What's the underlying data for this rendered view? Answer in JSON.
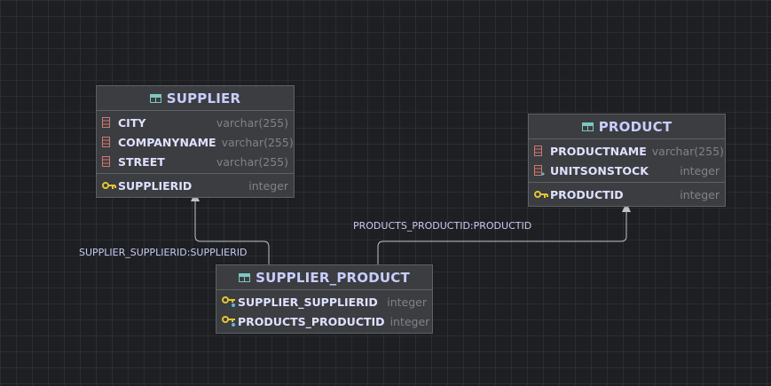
{
  "entities": {
    "supplier": {
      "title": "SUPPLIER",
      "columns": [
        {
          "name": "CITY",
          "type": "varchar(255)",
          "icon": "column-icon"
        },
        {
          "name": "COMPANYNAME",
          "type": "varchar(255)",
          "icon": "column-icon"
        },
        {
          "name": "STREET",
          "type": "varchar(255)",
          "icon": "column-icon"
        }
      ],
      "keys": [
        {
          "name": "SUPPLIERID",
          "type": "integer",
          "icon": "primary-key-icon"
        }
      ]
    },
    "product": {
      "title": "PRODUCT",
      "columns": [
        {
          "name": "PRODUCTNAME",
          "type": "varchar(255)",
          "icon": "column-icon"
        },
        {
          "name": "UNITSONSTOCK",
          "type": "integer",
          "icon": "column-icon"
        }
      ],
      "keys": [
        {
          "name": "PRODUCTID",
          "type": "integer",
          "icon": "primary-key-icon"
        }
      ]
    },
    "supplier_product": {
      "title": "SUPPLIER_PRODUCT",
      "keys": [
        {
          "name": "SUPPLIER_SUPPLIERID",
          "type": "integer",
          "icon": "foreign-key-icon"
        },
        {
          "name": "PRODUCTS_PRODUCTID",
          "type": "integer",
          "icon": "foreign-key-icon"
        }
      ]
    }
  },
  "relations": {
    "supplier_link": "SUPPLIER_SUPPLIERID:SUPPLIERID",
    "product_link": "PRODUCTS_PRODUCTID:PRODUCTID"
  },
  "colors": {
    "background": "#1e1f22",
    "table_bg": "#3b3d41",
    "header_text": "#c9cdff",
    "column_icon": "#d0786e",
    "key_icon": "#e3c534",
    "fk_accent": "#5bb6e0",
    "type_text": "#7f838a",
    "connector": "#c0c2c7"
  }
}
